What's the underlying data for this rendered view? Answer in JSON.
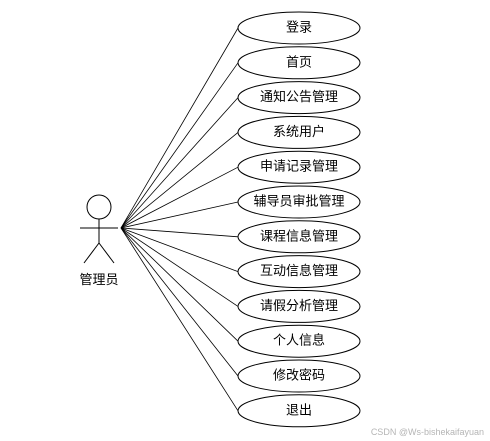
{
  "actor": {
    "label": "管理员"
  },
  "use_cases": [
    {
      "id": "login",
      "label": "登录"
    },
    {
      "id": "home",
      "label": "首页"
    },
    {
      "id": "notice-management",
      "label": "通知公告管理"
    },
    {
      "id": "system-users",
      "label": "系统用户"
    },
    {
      "id": "application-records-management",
      "label": "申请记录管理"
    },
    {
      "id": "counselor-approval-management",
      "label": "辅导员审批管理"
    },
    {
      "id": "course-info-management",
      "label": "课程信息管理"
    },
    {
      "id": "interaction-info-management",
      "label": "互动信息管理"
    },
    {
      "id": "leave-analysis-management",
      "label": "请假分析管理"
    },
    {
      "id": "personal-info",
      "label": "个人信息"
    },
    {
      "id": "change-password",
      "label": "修改密码"
    },
    {
      "id": "logout",
      "label": "退出"
    }
  ],
  "watermark": "CSDN @Ws-bishekaifayuan"
}
